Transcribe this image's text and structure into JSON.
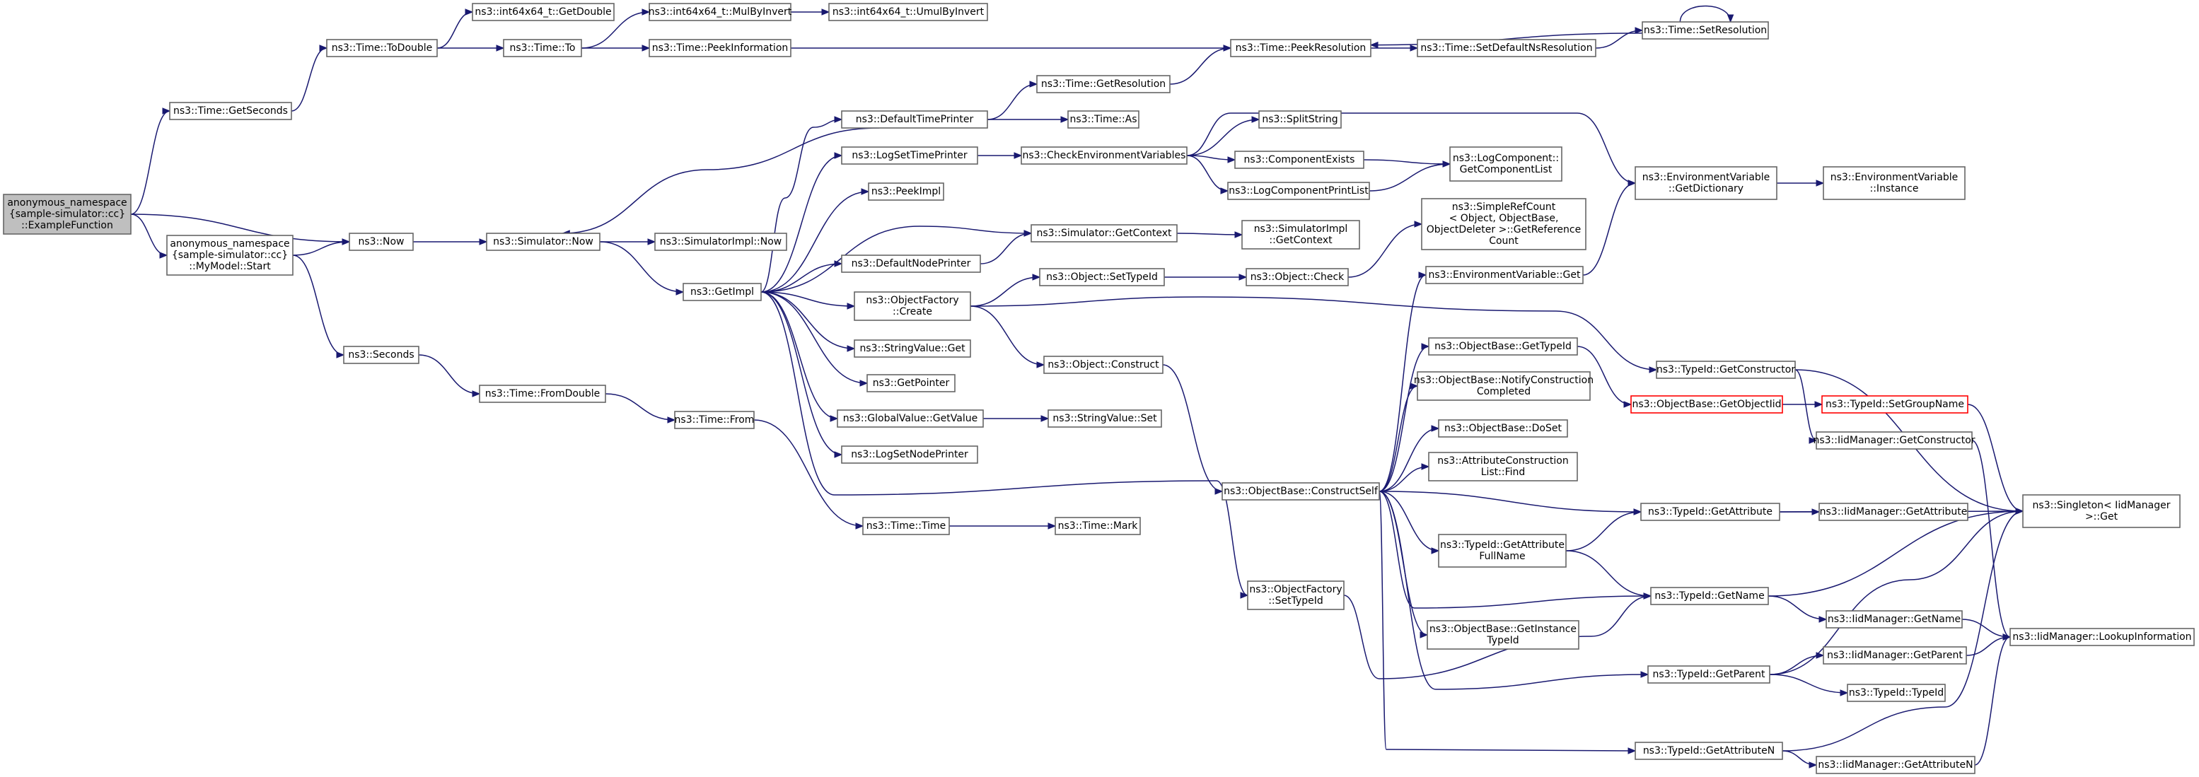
{
  "graph": {
    "nodes": [
      {
        "id": "root",
        "lines": [
          "anonymous_namespace",
          "{sample-simulator::cc}",
          "::ExampleFunction"
        ],
        "style": "root"
      },
      {
        "id": "getseconds",
        "lines": [
          "ns3::Time::GetSeconds"
        ]
      },
      {
        "id": "now",
        "lines": [
          "ns3::Now"
        ]
      },
      {
        "id": "mymodel_start",
        "lines": [
          "anonymous_namespace",
          "{sample-simulator::cc}",
          "::MyModel::Start"
        ]
      },
      {
        "id": "todouble",
        "lines": [
          "ns3::Time::ToDouble"
        ]
      },
      {
        "id": "int_getdouble",
        "lines": [
          "ns3::int64x64_t::GetDouble"
        ]
      },
      {
        "id": "time_to",
        "lines": [
          "ns3::Time::To"
        ]
      },
      {
        "id": "mulbyinvert",
        "lines": [
          "ns3::int64x64_t::MulByInvert"
        ]
      },
      {
        "id": "umulbyinvert",
        "lines": [
          "ns3::int64x64_t::UmulByInvert"
        ]
      },
      {
        "id": "peekinformation",
        "lines": [
          "ns3::Time::PeekInformation"
        ]
      },
      {
        "id": "peekresolution",
        "lines": [
          "ns3::Time::PeekResolution"
        ]
      },
      {
        "id": "setdefaultns",
        "lines": [
          "ns3::Time::SetDefaultNsResolution"
        ]
      },
      {
        "id": "setresolution",
        "lines": [
          "ns3::Time::SetResolution"
        ]
      },
      {
        "id": "sim_now",
        "lines": [
          "ns3::Simulator::Now"
        ]
      },
      {
        "id": "simimpl_now",
        "lines": [
          "ns3::SimulatorImpl::Now"
        ]
      },
      {
        "id": "getimpl",
        "lines": [
          "ns3::GetImpl"
        ]
      },
      {
        "id": "seconds",
        "lines": [
          "ns3::Seconds"
        ]
      },
      {
        "id": "fromdouble",
        "lines": [
          "ns3::Time::FromDouble"
        ]
      },
      {
        "id": "time_from",
        "lines": [
          "ns3::Time::From"
        ]
      },
      {
        "id": "time_time",
        "lines": [
          "ns3::Time::Time"
        ]
      },
      {
        "id": "time_mark",
        "lines": [
          "ns3::Time::Mark"
        ]
      },
      {
        "id": "defaulttimeprinter",
        "lines": [
          "ns3::DefaultTimePrinter"
        ]
      },
      {
        "id": "time_getresolution",
        "lines": [
          "ns3::Time::GetResolution"
        ]
      },
      {
        "id": "time_as",
        "lines": [
          "ns3::Time::As"
        ]
      },
      {
        "id": "logsettimeprinter",
        "lines": [
          "ns3::LogSetTimePrinter"
        ]
      },
      {
        "id": "checkenv",
        "lines": [
          "ns3::CheckEnvironmentVariables"
        ]
      },
      {
        "id": "splitstring",
        "lines": [
          "ns3::SplitString"
        ]
      },
      {
        "id": "componentexists",
        "lines": [
          "ns3::ComponentExists"
        ]
      },
      {
        "id": "logcomponentprintlist",
        "lines": [
          "ns3::LogComponentPrintList"
        ]
      },
      {
        "id": "getcomponentlist",
        "lines": [
          "ns3::LogComponent::",
          "GetComponentList"
        ]
      },
      {
        "id": "peekimpl",
        "lines": [
          "ns3::PeekImpl"
        ]
      },
      {
        "id": "sim_getcontext",
        "lines": [
          "ns3::Simulator::GetContext"
        ]
      },
      {
        "id": "simimpl_getcontext",
        "lines": [
          "ns3::SimulatorImpl",
          "::GetContext"
        ]
      },
      {
        "id": "defaultnodeprinter",
        "lines": [
          "ns3::DefaultNodePrinter"
        ]
      },
      {
        "id": "objectfactory_create",
        "lines": [
          "ns3::ObjectFactory",
          "::Create"
        ]
      },
      {
        "id": "object_settypeid",
        "lines": [
          "ns3::Object::SetTypeId"
        ]
      },
      {
        "id": "object_check",
        "lines": [
          "ns3::Object::Check"
        ]
      },
      {
        "id": "simplerefcount",
        "lines": [
          "ns3::SimpleRefCount",
          "< Object, ObjectBase,",
          "ObjectDeleter >::GetReference",
          "Count"
        ]
      },
      {
        "id": "envvar_getdictionary",
        "lines": [
          "ns3::EnvironmentVariable",
          "::GetDictionary"
        ]
      },
      {
        "id": "envvar_instance",
        "lines": [
          "ns3::EnvironmentVariable",
          "::Instance"
        ]
      },
      {
        "id": "envvar_get",
        "lines": [
          "ns3::EnvironmentVariable::Get"
        ]
      },
      {
        "id": "stringvalue_get",
        "lines": [
          "ns3::StringValue::Get"
        ]
      },
      {
        "id": "getpointer",
        "lines": [
          "ns3::GetPointer"
        ]
      },
      {
        "id": "object_construct",
        "lines": [
          "ns3::Object::Construct"
        ]
      },
      {
        "id": "globalvalue_getvalue",
        "lines": [
          "ns3::GlobalValue::GetValue"
        ]
      },
      {
        "id": "stringvalue_set",
        "lines": [
          "ns3::StringValue::Set"
        ]
      },
      {
        "id": "logsetnodeprinter",
        "lines": [
          "ns3::LogSetNodePrinter"
        ]
      },
      {
        "id": "objectbase_gettypeid",
        "lines": [
          "ns3::ObjectBase::GetTypeId"
        ]
      },
      {
        "id": "objectbase_notify",
        "lines": [
          "ns3::ObjectBase::NotifyConstruction",
          "Completed"
        ]
      },
      {
        "id": "objectbase_doset",
        "lines": [
          "ns3::ObjectBase::DoSet"
        ]
      },
      {
        "id": "attrconstructionlist_find",
        "lines": [
          "ns3::AttributeConstruction",
          "List::Find"
        ]
      },
      {
        "id": "objectbase_constructself",
        "lines": [
          "ns3::ObjectBase::ConstructSelf"
        ]
      },
      {
        "id": "typeid_getattributefullname",
        "lines": [
          "ns3::TypeId::GetAttribute",
          "FullName"
        ]
      },
      {
        "id": "objectfactory_settypeid",
        "lines": [
          "ns3::ObjectFactory",
          "::SetTypeId"
        ]
      },
      {
        "id": "objectbase_getinstancetypeid",
        "lines": [
          "ns3::ObjectBase::GetInstance",
          "TypeId"
        ]
      },
      {
        "id": "typeid_getconstructor",
        "lines": [
          "ns3::TypeId::GetConstructor"
        ]
      },
      {
        "id": "objectbase_getobjectiid",
        "lines": [
          "ns3::ObjectBase::GetObjectIid"
        ],
        "style": "red"
      },
      {
        "id": "typeid_setgroupname",
        "lines": [
          "ns3::TypeId::SetGroupName"
        ],
        "style": "red"
      },
      {
        "id": "iidmanager_getconstructor",
        "lines": [
          "ns3::IidManager::GetConstructor"
        ]
      },
      {
        "id": "typeid_getattribute",
        "lines": [
          "ns3::TypeId::GetAttribute"
        ]
      },
      {
        "id": "iidmanager_getattribute",
        "lines": [
          "ns3::IidManager::GetAttribute"
        ]
      },
      {
        "id": "singleton_get",
        "lines": [
          "ns3::Singleton< IidManager",
          ">::Get"
        ]
      },
      {
        "id": "typeid_getname",
        "lines": [
          "ns3::TypeId::GetName"
        ]
      },
      {
        "id": "iidmanager_getname",
        "lines": [
          "ns3::IidManager::GetName"
        ]
      },
      {
        "id": "iidmanager_lookupinformation",
        "lines": [
          "ns3::IidManager::LookupInformation"
        ]
      },
      {
        "id": "typeid_getparent",
        "lines": [
          "ns3::TypeId::GetParent"
        ]
      },
      {
        "id": "iidmanager_getparent",
        "lines": [
          "ns3::IidManager::GetParent"
        ]
      },
      {
        "id": "typeid_typeid",
        "lines": [
          "ns3::TypeId::TypeId"
        ]
      },
      {
        "id": "typeid_getattributen",
        "lines": [
          "ns3::TypeId::GetAttributeN"
        ]
      },
      {
        "id": "iidmanager_getattributen",
        "lines": [
          "ns3::IidManager::GetAttributeN"
        ]
      }
    ],
    "edges": [
      [
        "root",
        "getseconds"
      ],
      [
        "root",
        "now"
      ],
      [
        "root",
        "mymodel_start"
      ],
      [
        "getseconds",
        "todouble"
      ],
      [
        "todouble",
        "int_getdouble"
      ],
      [
        "todouble",
        "time_to"
      ],
      [
        "time_to",
        "mulbyinvert"
      ],
      [
        "time_to",
        "peekinformation"
      ],
      [
        "mulbyinvert",
        "umulbyinvert"
      ],
      [
        "peekinformation",
        "peekresolution"
      ],
      [
        "peekresolution",
        "setdefaultns"
      ],
      [
        "setdefaultns",
        "setresolution"
      ],
      [
        "setresolution",
        "setresolution"
      ],
      [
        "setresolution",
        "peekresolution"
      ],
      [
        "mymodel_start",
        "now"
      ],
      [
        "mymodel_start",
        "seconds"
      ],
      [
        "now",
        "sim_now"
      ],
      [
        "sim_now",
        "simimpl_now"
      ],
      [
        "sim_now",
        "getimpl"
      ],
      [
        "seconds",
        "fromdouble"
      ],
      [
        "fromdouble",
        "time_from"
      ],
      [
        "time_from",
        "time_time"
      ],
      [
        "time_time",
        "time_mark"
      ],
      [
        "getimpl",
        "defaulttimeprinter"
      ],
      [
        "getimpl",
        "logsettimeprinter"
      ],
      [
        "getimpl",
        "peekimpl"
      ],
      [
        "getimpl",
        "sim_getcontext"
      ],
      [
        "getimpl",
        "defaultnodeprinter"
      ],
      [
        "getimpl",
        "objectfactory_create"
      ],
      [
        "getimpl",
        "stringvalue_get"
      ],
      [
        "getimpl",
        "getpointer"
      ],
      [
        "getimpl",
        "globalvalue_getvalue"
      ],
      [
        "getimpl",
        "logsetnodeprinter"
      ],
      [
        "getimpl",
        "objectfactory_settypeid"
      ],
      [
        "defaulttimeprinter",
        "sim_now"
      ],
      [
        "defaulttimeprinter",
        "time_getresolution"
      ],
      [
        "defaulttimeprinter",
        "time_as"
      ],
      [
        "time_getresolution",
        "peekresolution"
      ],
      [
        "logsettimeprinter",
        "checkenv"
      ],
      [
        "checkenv",
        "splitstring"
      ],
      [
        "checkenv",
        "componentexists"
      ],
      [
        "checkenv",
        "logcomponentprintlist"
      ],
      [
        "checkenv",
        "envvar_getdictionary"
      ],
      [
        "componentexists",
        "getcomponentlist"
      ],
      [
        "logcomponentprintlist",
        "getcomponentlist"
      ],
      [
        "sim_getcontext",
        "simimpl_getcontext"
      ],
      [
        "defaultnodeprinter",
        "sim_getcontext"
      ],
      [
        "objectfactory_create",
        "object_settypeid"
      ],
      [
        "objectfactory_create",
        "object_construct"
      ],
      [
        "objectfactory_create",
        "typeid_getconstructor"
      ],
      [
        "object_settypeid",
        "object_check"
      ],
      [
        "object_check",
        "simplerefcount"
      ],
      [
        "envvar_getdictionary",
        "envvar_instance"
      ],
      [
        "envvar_get",
        "envvar_getdictionary"
      ],
      [
        "globalvalue_getvalue",
        "stringvalue_set"
      ],
      [
        "object_construct",
        "objectbase_constructself"
      ],
      [
        "objectbase_constructself",
        "envvar_get"
      ],
      [
        "objectbase_constructself",
        "objectbase_gettypeid"
      ],
      [
        "objectbase_constructself",
        "objectbase_notify"
      ],
      [
        "objectbase_constructself",
        "objectbase_doset"
      ],
      [
        "objectbase_constructself",
        "attrconstructionlist_find"
      ],
      [
        "objectbase_constructself",
        "typeid_getattribute"
      ],
      [
        "objectbase_constructself",
        "typeid_getattributefullname"
      ],
      [
        "objectbase_constructself",
        "typeid_getname"
      ],
      [
        "objectbase_constructself",
        "objectbase_getinstancetypeid"
      ],
      [
        "objectbase_constructself",
        "typeid_getparent"
      ],
      [
        "objectbase_constructself",
        "typeid_getattributen"
      ],
      [
        "objectbase_gettypeid",
        "objectbase_getobjectiid"
      ],
      [
        "objectbase_getobjectiid",
        "typeid_setgroupname"
      ],
      [
        "typeid_setgroupname",
        "singleton_get"
      ],
      [
        "typeid_getconstructor",
        "singleton_get"
      ],
      [
        "typeid_getconstructor",
        "iidmanager_getconstructor"
      ],
      [
        "iidmanager_getconstructor",
        "iidmanager_lookupinformation"
      ],
      [
        "typeid_getattribute",
        "iidmanager_getattribute"
      ],
      [
        "typeid_getattribute",
        "singleton_get"
      ],
      [
        "typeid_getattributefullname",
        "typeid_getattribute"
      ],
      [
        "typeid_getattributefullname",
        "typeid_getname"
      ],
      [
        "typeid_getname",
        "singleton_get"
      ],
      [
        "typeid_getname",
        "iidmanager_getname"
      ],
      [
        "iidmanager_getname",
        "iidmanager_lookupinformation"
      ],
      [
        "typeid_getparent",
        "singleton_get"
      ],
      [
        "typeid_getparent",
        "iidmanager_getparent"
      ],
      [
        "typeid_getparent",
        "typeid_typeid"
      ],
      [
        "iidmanager_getparent",
        "iidmanager_lookupinformation"
      ],
      [
        "objectfactory_settypeid",
        "typeid_getname"
      ],
      [
        "typeid_getattributen",
        "singleton_get"
      ],
      [
        "typeid_getattributen",
        "iidmanager_getattributen"
      ],
      [
        "iidmanager_getattributen",
        "iidmanager_lookupinformation"
      ]
    ]
  }
}
